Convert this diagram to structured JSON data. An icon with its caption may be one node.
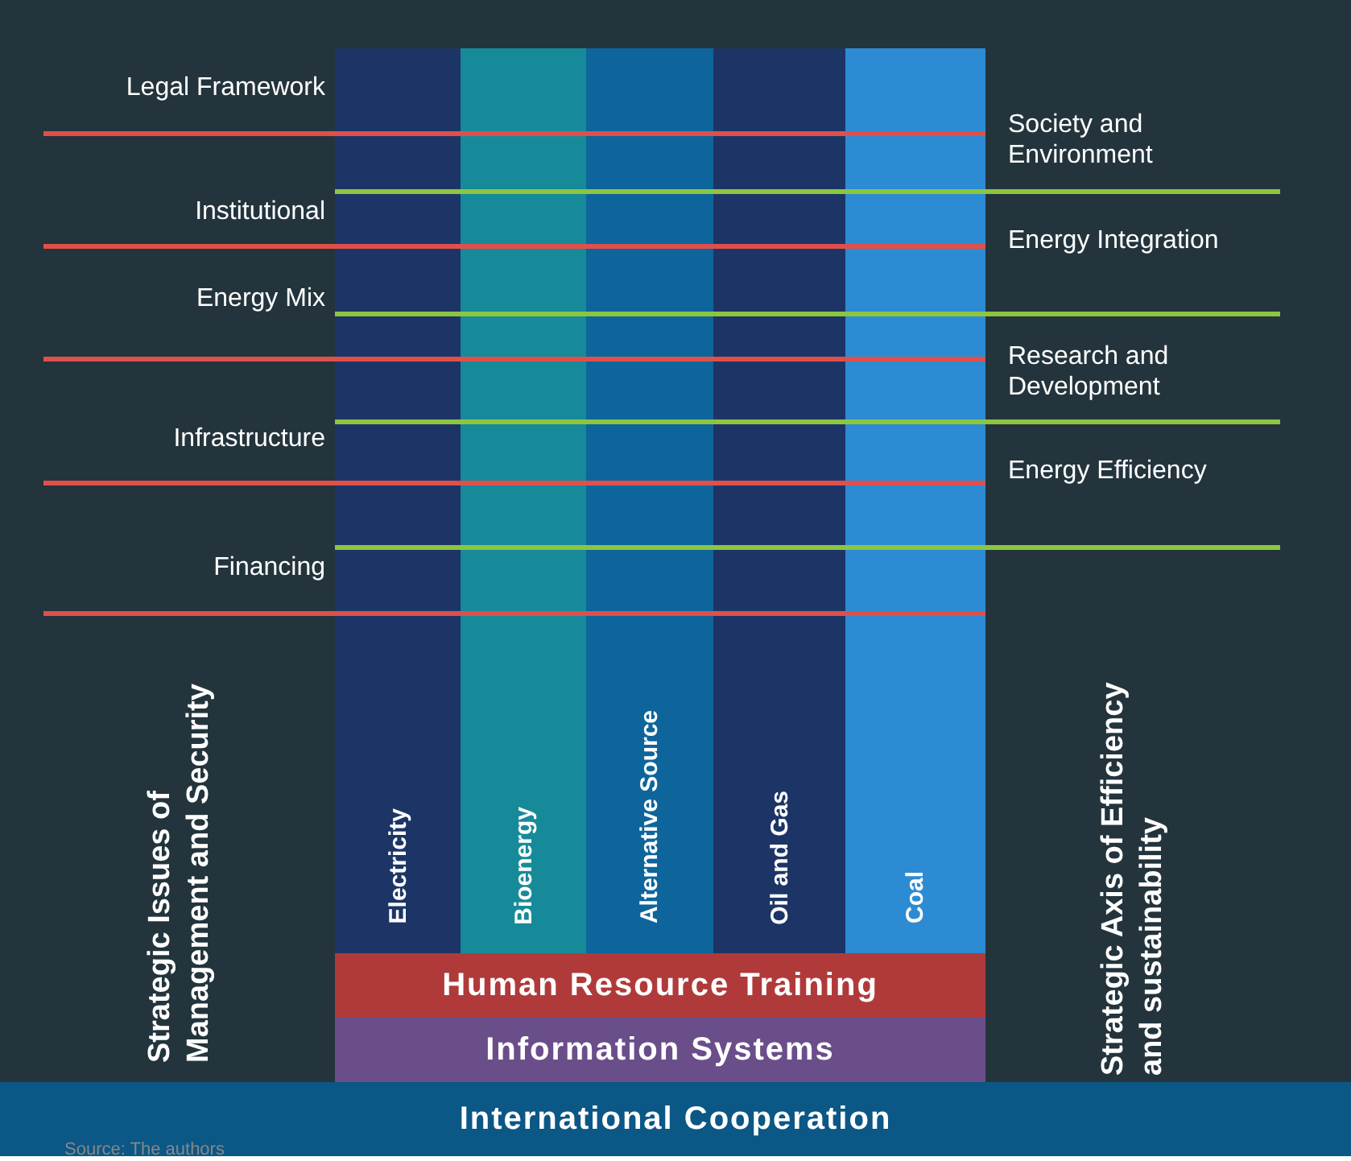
{
  "diagram": {
    "caption": "Source: The authors",
    "nodes": [
      {
        "text": [
          "Electricity"
        ]
      },
      {
        "text": [
          "Bioenergy"
        ]
      },
      {
        "text": [
          "Alternative Source"
        ]
      },
      {
        "text": [
          "Oil and Gas"
        ]
      },
      {
        "text": [
          "Coal"
        ]
      },
      {
        "text": [
          "Human Resource Training"
        ]
      },
      {
        "text": [
          "Information Systems"
        ]
      },
      {
        "text": [
          "International Cooperation"
        ]
      }
    ],
    "edges": [],
    "labels": [
      "Legal Framework",
      "Society and Environment",
      "Institutional",
      "Energy Integration",
      "Energy Mix",
      "Research and Development",
      "Infrastructure",
      "Energy Efficiency",
      "Financing",
      "Strategic Issues of Management and Security",
      "Strategic Axis of Efficiency and sustainability"
    ]
  }
}
